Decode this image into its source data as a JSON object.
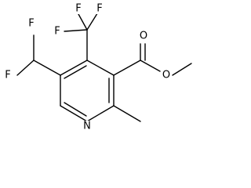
{
  "atoms": {
    "F_top_left": "F",
    "F_top_center": "F",
    "F_top_right": "F",
    "F_chf2_upper": "F",
    "F_chf2_lower": "F",
    "O_carbonyl": "O",
    "O_ester": "O",
    "N_ring": "N"
  }
}
